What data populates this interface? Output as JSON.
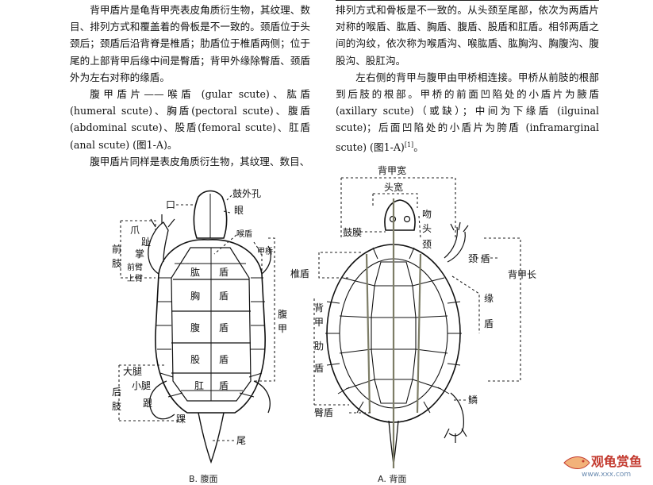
{
  "text": {
    "left_col": [
      "背甲盾片是龟背甲壳表皮角质衍生物，其纹理、数目、排列方式和覆盖着的骨板是不一致的。颈盾位于头颈后；颈盾后沿背脊是椎盾；肋盾位于椎盾两侧；位于尾的上部背甲后缘中间是臀盾；背甲外缘除臀盾、颈盾外为左右对称的缘盾。",
      "腹甲盾片——喉盾 (gular scute)、肱盾 (humeral scute)、胸盾(pectoral scute)、腹盾(abdominal scute)、股盾(femoral scute)、肛盾(anal scute) (图1-A)。",
      "腹甲盾片同样是表皮角质衍生物，其纹理、数目、"
    ],
    "right_col": [
      "排列方式和骨板是不一致的。从头颈至尾部，依次为两盾片对称的喉盾、肱盾、胸盾、腹盾、股盾和肛盾。相邻两盾之间的沟纹，依次称为喉盾沟、喉肱盾、肱胸沟、胸腹沟、腹股沟、股肛沟。",
      "左右侧的背甲与腹甲由甲桥相连接。甲桥从前肢的根部到后肢的根部。甲桥的前面凹陷处的小盾片为腋盾 (axillary scute)（或缺）；中间为下缘盾 (ilguinal scute)；后面凹陷处的小盾片为胯盾 (inframarginal scute) (图1-A)",
      "[1]",
      "。"
    ]
  },
  "figure_b": {
    "labels": {
      "mouth": "口",
      "ear": "鼓外孔",
      "eye": "眼",
      "gular": "喉盾",
      "bridge": "甲桥",
      "humeral": "肱",
      "pectoral": "胸",
      "abdominal": "腹",
      "femoral": "股",
      "anal": "肛",
      "scute": "盾",
      "plastron_v1": "腹",
      "plastron_v2": "甲",
      "tail": "尾",
      "claw": "爪",
      "digit": "趾",
      "fore1": "前",
      "fore2": "肢",
      "hand1": "掌",
      "hand2": "前臂",
      "hand3": "上臂",
      "thigh": "大腿",
      "hind1": "后",
      "hind2": "肢",
      "shank": "小腿",
      "heel": "跟",
      "foot": "踝"
    },
    "caption": "B.  腹面"
  },
  "figure_a": {
    "labels": {
      "carapace_width": "背甲宽",
      "head_width": "头宽",
      "tympanum": "鼓膜",
      "nuchal_v1": "吻",
      "nuchal_v2": "头",
      "nuchal_v3": "颈",
      "vertebral": "椎盾",
      "neck_scute": "颈  盾",
      "carapace_length": "背甲长",
      "marginal_v1": "缘",
      "marginal_v2": "盾",
      "costal_v1": "背",
      "costal_v2": "甲",
      "costal_v3": "肋",
      "costal_v4": "盾",
      "pygal": "臀盾",
      "scale": "鳞"
    },
    "caption": "A.  背面"
  },
  "watermark": {
    "title": "观龟赏鱼",
    "url": "www.xxx.com"
  },
  "colors": {
    "ink": "#111111",
    "bone_line": "#7d7d66",
    "watermark_red": "#c33a2f"
  }
}
